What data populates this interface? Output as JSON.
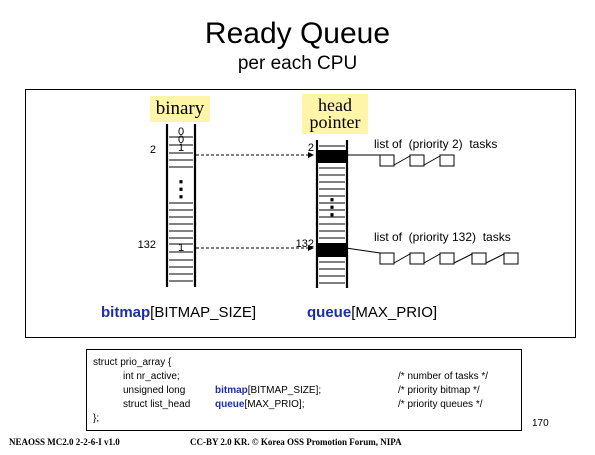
{
  "slide": {
    "title": "Ready Queue",
    "subtitle": "per each CPU",
    "page_number": "170"
  },
  "diagram": {
    "binary_tag": "binary",
    "head_tag_line1": "head",
    "head_tag_line2": "pointer",
    "bit_zero_1": "0",
    "bit_zero_2": "0",
    "bit_one_2": "1",
    "bit_one_132": "1",
    "dots": "⋮",
    "bitmap_index_2": "2",
    "bitmap_index_132": "132",
    "queue_index_2": "2",
    "queue_index_132": "132",
    "list_label_2": "list of  (priority 2)  tasks",
    "list_label_132": "list of  (priority 132)  tasks",
    "bitmap_name": "bitmap",
    "bitmap_size": "[BITMAP_SIZE]",
    "queue_name": "queue",
    "queue_size": "[MAX_PRIO]"
  },
  "code": {
    "line1": "struct prio_array {",
    "line2_decl": "int nr_active;",
    "line2_comment": "/* number of tasks */",
    "line3_type": "unsigned long",
    "line3_name": "bitmap",
    "line3_rest": "[BITMAP_SIZE];",
    "line3_comment": "/* priority bitmap */",
    "line4_type": "struct list_head",
    "line4_name": "queue",
    "line4_rest": "[MAX_PRIO];",
    "line4_comment": "/* priority queues */",
    "line5": "};"
  },
  "footer": {
    "left": "NEAOSS MC2.0 2-2-6-I v1.0",
    "right": "CC-BY 2.0 KR. © Korea OSS Promotion Forum, NIPA"
  },
  "colors": {
    "tag_background": "#fff5a8",
    "keyword_blue": "#1c2ea8"
  }
}
